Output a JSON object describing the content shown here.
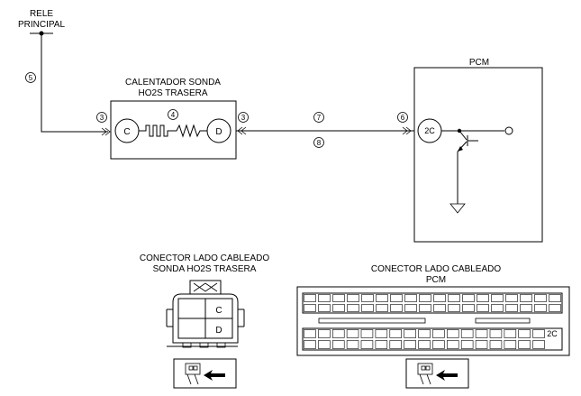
{
  "relay": {
    "line1": "RELE",
    "line2": "PRINCIPAL"
  },
  "heater": {
    "line1": "CALENTADOR SONDA",
    "line2": "HO2S TRASERA",
    "pin_c": "C",
    "pin_d": "D"
  },
  "pcm": {
    "label": "PCM",
    "pin": "2C"
  },
  "wire_numbers": {
    "n5": "5",
    "n3a": "3",
    "n4": "4",
    "n3b": "3",
    "n7": "7",
    "n8": "8",
    "n6": "6"
  },
  "sensor_connector": {
    "line1": "CONECTOR LADO CABLEADO",
    "line2": "SONDA HO2S TRASERA",
    "pin_c": "C",
    "pin_d": "D"
  },
  "pcm_connector": {
    "line1": "CONECTOR LADO CABLEADO",
    "line2": "PCM",
    "pin": "2C"
  },
  "icons": {
    "connector_view": "harness-connector-view-icon",
    "ground": "ground-icon",
    "transistor": "transistor-icon",
    "heater": "resistor-icon"
  }
}
